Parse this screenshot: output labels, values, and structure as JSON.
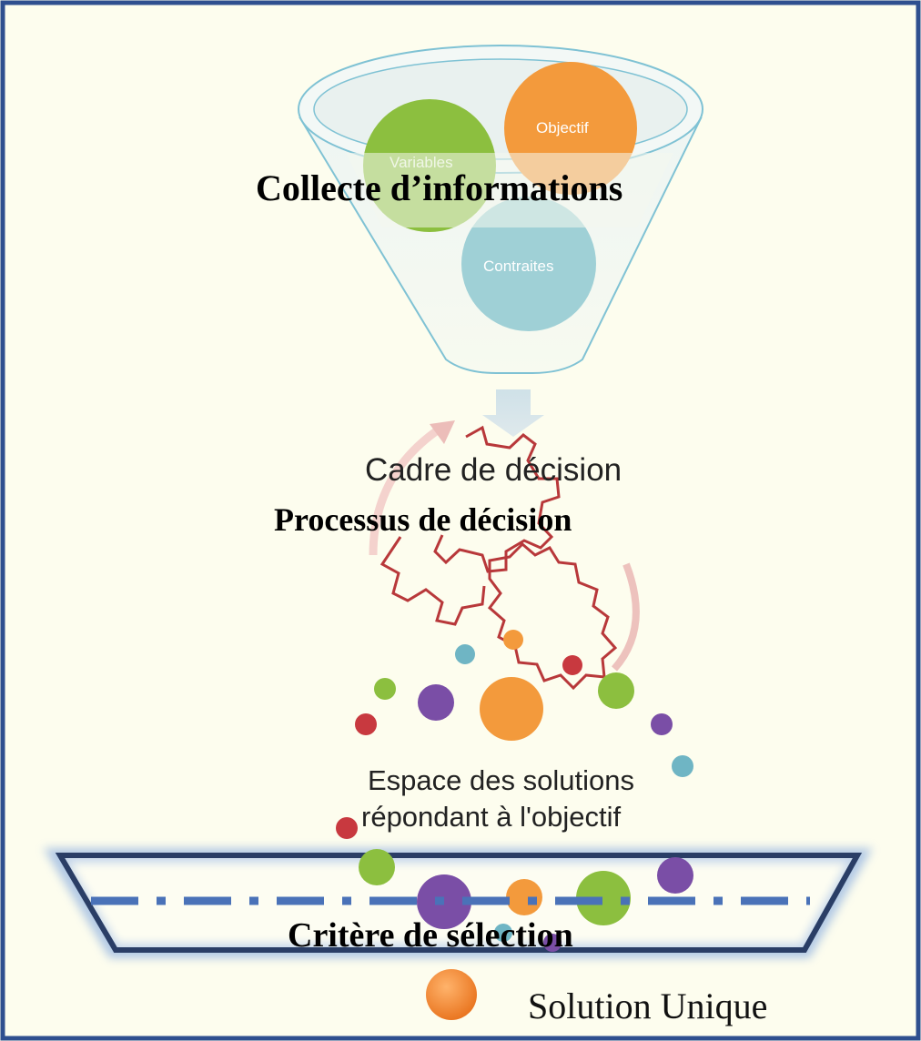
{
  "funnel": {
    "title": "Collecte d’informations",
    "bubbles": {
      "variables": "Variables",
      "objectif": "Objectif",
      "contraintes": "Contraites"
    }
  },
  "process": {
    "frame_label": "Cadre de décision",
    "title": "Processus de décision"
  },
  "solutions": {
    "space_line1": "Espace des solutions",
    "space_line2": "répondant à l'objectif"
  },
  "selection": {
    "title": "Critère de sélection"
  },
  "result": {
    "label": "Solution Unique"
  },
  "colors": {
    "background": "#fdfdee",
    "border": "#2f4f8f",
    "green": "#8cbf3f",
    "orange": "#f39a3c",
    "teal": "#6fb5c4",
    "purple": "#7a4ea6",
    "red": "#c8393f",
    "gear": "#b8383a",
    "dash_line": "#4a72b8"
  }
}
